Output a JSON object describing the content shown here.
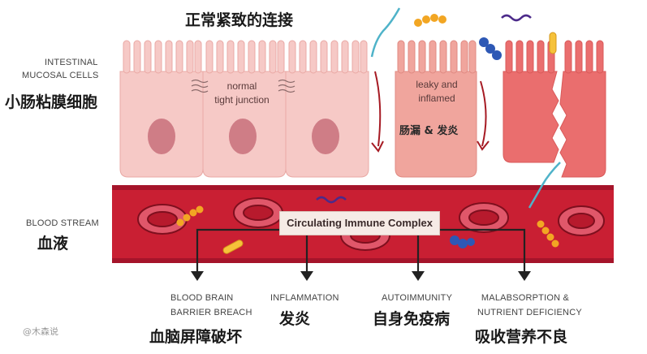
{
  "title_cn": "正常紧致的连接",
  "cells_label": {
    "en_line1": "INTESTINAL",
    "en_line2": "MUCOSAL CELLS",
    "cn": "小肠粘膜细胞"
  },
  "normal_label": {
    "line1": "normal",
    "line2": "tight junction"
  },
  "leaky_label": {
    "line1": "leaky and",
    "line2": "inflamed",
    "cn": "肠漏 & 发炎"
  },
  "blood_label": {
    "en": "BLOOD STREAM",
    "cn": "血液"
  },
  "complex_label": "Circulating Immune Complex",
  "outcomes": [
    {
      "en_line1": "BLOOD BRAIN",
      "en_line2": "BARRIER BREACH",
      "cn": "血脑屏障破坏"
    },
    {
      "en_line1": "INFLAMMATION",
      "en_line2": "",
      "cn": "发炎"
    },
    {
      "en_line1": "AUTOIMMUNITY",
      "en_line2": "",
      "cn": "自身免疫病"
    },
    {
      "en_line1": "MALABSORPTION &",
      "en_line2": "NUTRIENT DEFICIENCY",
      "cn": "吸收营养不良"
    }
  ],
  "watermark": "@木森说",
  "colors": {
    "cell_normal": "#f6c9c6",
    "cell_leaky": "#f0a59d",
    "cell_damaged": "#ea6e6e",
    "blood": "#c91f33",
    "blood_dark": "#a5142a",
    "arrow_dark": "#222222",
    "arrow_red": "#a61b24"
  },
  "icons": [
    "bacteria-orange-icon",
    "bacteria-blue-icon",
    "worm-purple-icon",
    "rod-yellow-icon",
    "squiggle-teal-icon",
    "red-blood-cell-icon"
  ]
}
